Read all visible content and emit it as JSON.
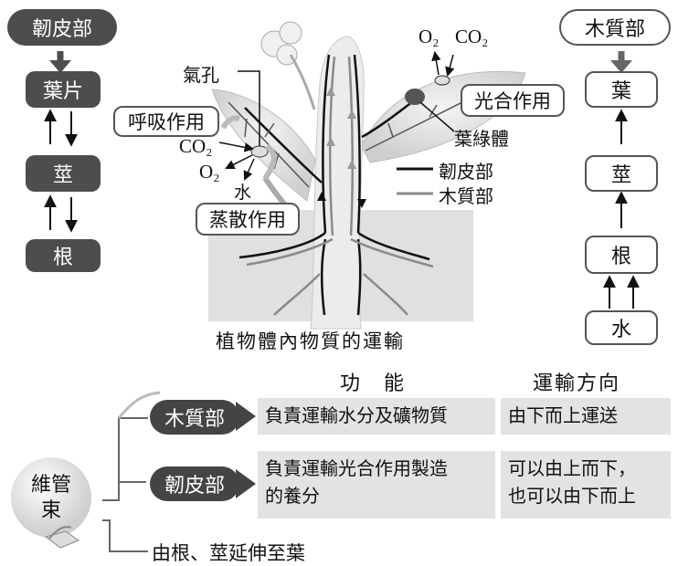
{
  "left": {
    "title": "韌皮部",
    "nodes": [
      "葉片",
      "莖",
      "根"
    ]
  },
  "right": {
    "title": "木質部",
    "nodes": [
      "葉",
      "莖",
      "根",
      "水"
    ]
  },
  "plant": {
    "stomata": "氣孔",
    "o2_top": "O₂",
    "co2_top": "CO₂",
    "photosynthesis": "光合作用",
    "chloroplast": "葉綠體",
    "respiration": "呼吸作用",
    "co2_left": "CO₂",
    "o2_left": "O₂",
    "water": "水",
    "transpiration": "蒸散作用",
    "legend_phloem": "韌皮部",
    "legend_xylem": "木質部",
    "caption": "植物體內物質的運輸"
  },
  "table": {
    "col_function": "功　能",
    "col_direction": "運輸方向",
    "root_label": "維管束",
    "xylem": {
      "tag": "木質部",
      "function": "負責運輸水分及礦物質",
      "direction": "由下而上運送"
    },
    "phloem": {
      "tag": "韌皮部",
      "function_1": "負責運輸光合作用製造",
      "function_2": "的養分",
      "direction_1": "可以由上而下，",
      "direction_2": "也可以由下而上"
    },
    "extent": "由根、莖延伸至葉"
  },
  "colors": {
    "dark": "#4d4d4d",
    "xylem_line": "#8a8a8a",
    "phloem_line": "#111111",
    "cell_bg": "#e3e3e3"
  }
}
